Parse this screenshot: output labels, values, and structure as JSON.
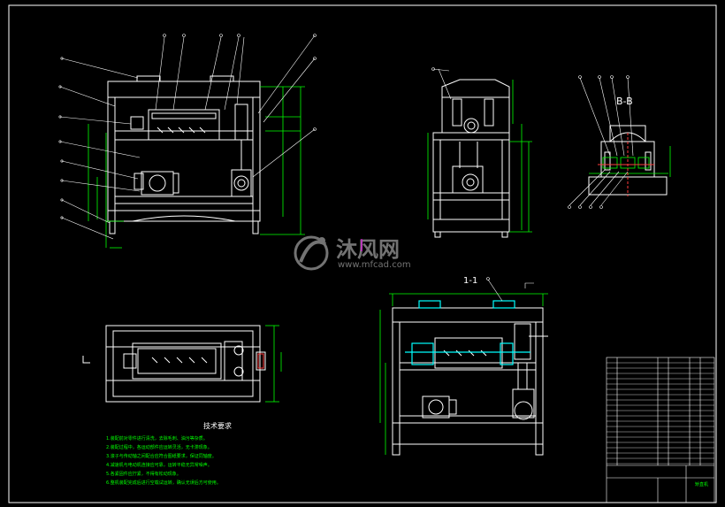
{
  "drawing": {
    "section_label_bb": "B-B",
    "section_label_11": "1-1",
    "notes_title": "技术要求",
    "notes": [
      "1.装配前对零件进行清洗，去除毛刺、油污等杂质。",
      "2.装配过程中，各运动部件应运转灵活，无卡滞现象。",
      "3.滚子与传动轴之间配合应符合图纸要求，保证同轴度。",
      "4.减速机与电动机连接应可靠，运转平稳无异常噪声。",
      "5.各紧固件应拧紧，不得有松动现象。",
      "6.整机装配完成后进行空载试运转，确认无误后方可使用。"
    ],
    "title_block_name": "矫直机"
  },
  "watermark": {
    "brand_cn": "沐风网",
    "brand_url": "www.mfcad.com"
  },
  "colors": {
    "background": "#000000",
    "line_main": "#ffffff",
    "dimension": "#00ff00",
    "highlight": "#00ffff",
    "leader": "#ffffff",
    "watermark": "#9a9a9a",
    "accent_red": "#ff3b3b",
    "accent_magenta": "#ff00ff"
  }
}
